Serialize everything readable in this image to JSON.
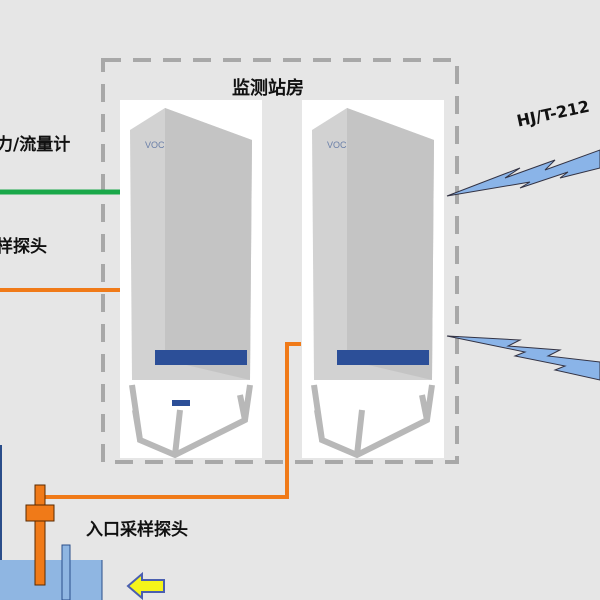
{
  "station_title": "监测站房",
  "protocol_label": "HJ/T-212",
  "flow_meter_label": "力/流量计",
  "outlet_probe_label": "样探头",
  "inlet_probe_label": "入口采样探头",
  "cabinet_brand": "VOC",
  "colors": {
    "background": "#e6e6e6",
    "green_line": "#1aa84a",
    "orange_line": "#f07a18",
    "lightning": "#8ab4e8",
    "tank": "#8fb6e2",
    "arrow": "#f5f51a"
  }
}
